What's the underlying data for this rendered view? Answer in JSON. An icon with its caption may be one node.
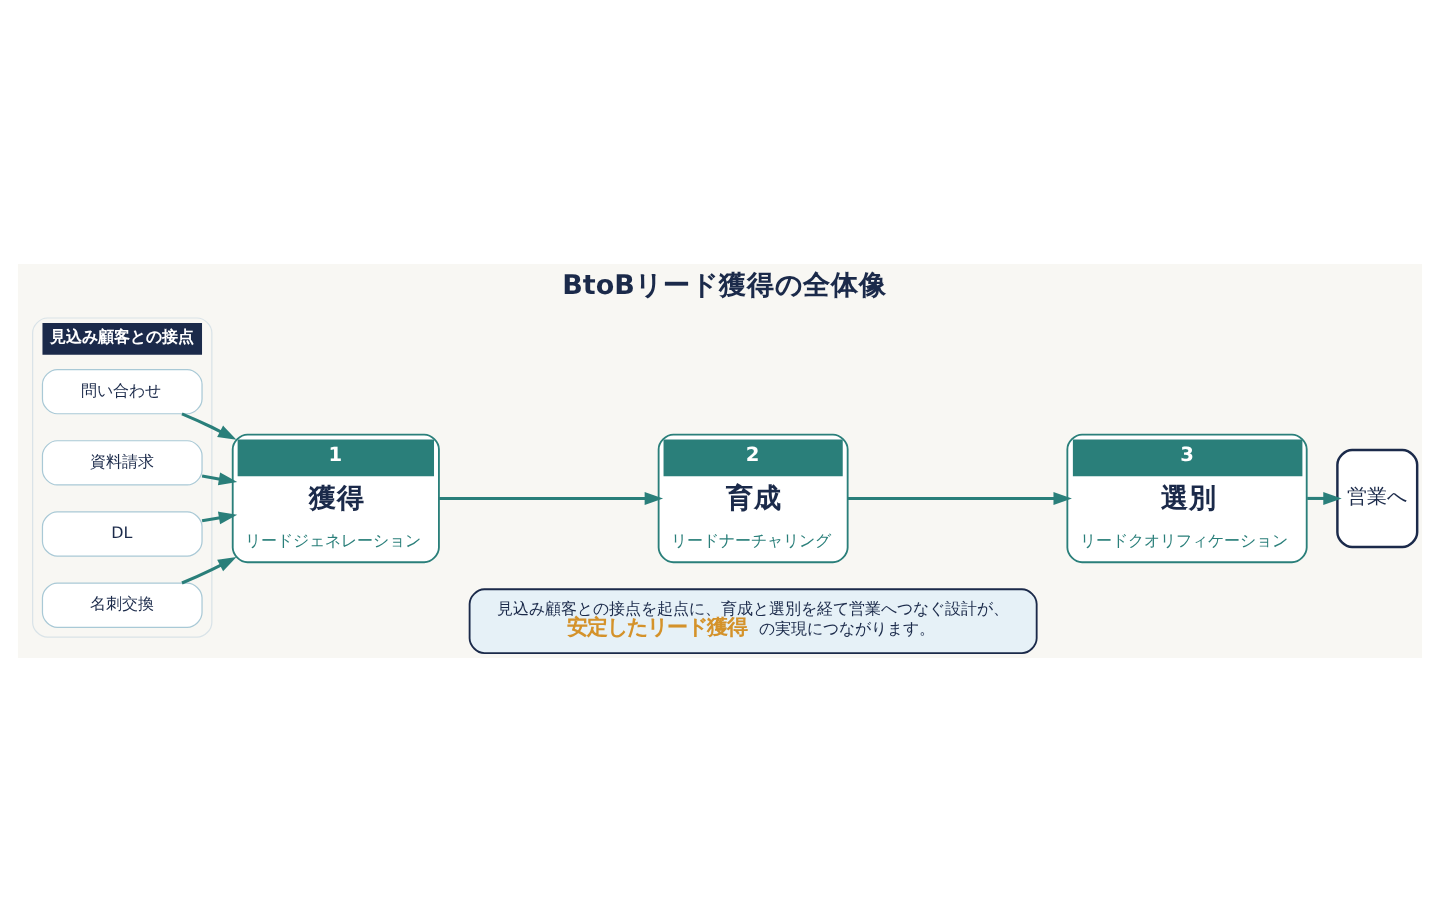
{
  "diagram": {
    "title": "BtoBリード獲得の全体像",
    "nodes": [
      {
        "text": [
          "見込み顧客との接点"
        ]
      },
      {
        "text": [
          "問い合わせ"
        ],
        "in": 0
      },
      {
        "text": [
          "資料請求"
        ],
        "in": 0
      },
      {
        "text": [
          "DL"
        ],
        "in": 0
      },
      {
        "text": [
          "名刺交換"
        ],
        "in": 0
      },
      {
        "text": [
          "1",
          "獲得",
          "リードジェネレーション"
        ]
      },
      {
        "text": [
          "2",
          "育成",
          "リードナーチャリング"
        ]
      },
      {
        "text": [
          "3",
          "選別",
          "リードクオリフィケーション"
        ]
      },
      {
        "text": [
          "営業へ"
        ]
      },
      {
        "text": [
          "見込み顧客との接点を起点に、育成と選別を経て営業へつなぐ設計が、**安定したリード獲得**の実現につながります。"
        ]
      }
    ],
    "edges": [
      {
        "from": 1,
        "to": 5,
        "arrow": "to"
      },
      {
        "from": 2,
        "to": 5,
        "arrow": "to"
      },
      {
        "from": 3,
        "to": 5,
        "arrow": "to"
      },
      {
        "from": 4,
        "to": 5,
        "arrow": "to"
      },
      {
        "from": 5,
        "to": 6,
        "arrow": "to"
      },
      {
        "from": 6,
        "to": 7,
        "arrow": "to"
      },
      {
        "from": 7,
        "to": 8,
        "arrow": "to"
      }
    ]
  }
}
